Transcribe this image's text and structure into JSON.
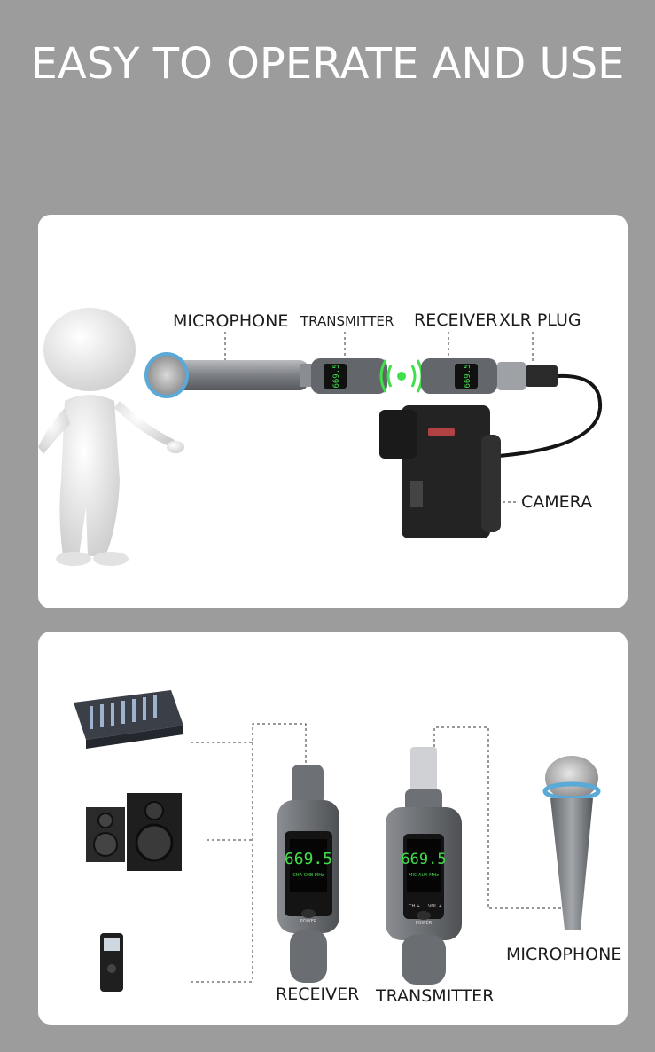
{
  "headline": "EASY TO OPERATE AND USE",
  "top_panel": {
    "labels": {
      "microphone": "MICROPHONE",
      "transmitter": "TRANSMITTER",
      "receiver": "RECEIVER",
      "xlr_plug": "XLR PLUG",
      "camera": "CAMERA"
    },
    "transmitter_display": "669.5",
    "receiver_display": "669.5"
  },
  "bottom_panel": {
    "labels": {
      "receiver": "RECEIVER",
      "transmitter": "TRANSMITTER",
      "microphone": "MICROPHONE"
    },
    "receiver_device": {
      "frequency": "669.5",
      "channels": "CHA CHB MHz",
      "button": "POWER"
    },
    "transmitter_device": {
      "frequency": "669.5",
      "channels": "MIC AUX MHz",
      "ch_button": "CH +",
      "vol_button": "VOL +",
      "button": "POWER"
    }
  },
  "colors": {
    "background": "#9c9c9c",
    "panel": "#ffffff",
    "lcd_green": "#3fe04a",
    "device_gray": "#6f7276",
    "mic_grille_blue": "#5aa9d6"
  }
}
